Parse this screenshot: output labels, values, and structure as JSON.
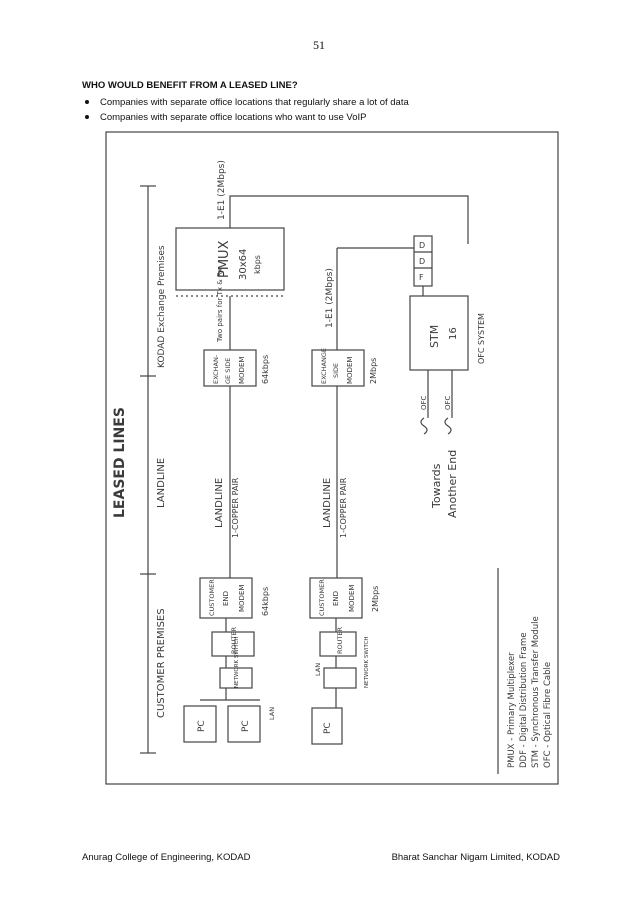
{
  "page": {
    "number": "51",
    "heading": "WHO WOULD BENEFIT FROM A LEASED LINE?",
    "bullets": [
      "Companies with separate office locations that regularly share a lot of data",
      "Companies with separate office locations who want to use VoIP"
    ],
    "footer_left": "Anurag College of Engineering, KODAD",
    "footer_right": "Bharat Sanchar Nigam Limited, KODAD"
  },
  "diagram": {
    "title": "LEASED LINES",
    "zone_exchange": "KODAD Exchange Premises",
    "zone_landline": "LANDLINE",
    "zone_customer": "CUSTOMER PREMISES",
    "pmux": {
      "name": "PMUX",
      "spec": "30x64",
      "unit": "kbps"
    },
    "top_link": "1-E1 (2Mbps)",
    "two_pairs": "Two pairs for Tx & Rx",
    "ex_modem_1": {
      "lines": [
        "EXCHAN-",
        "GE SIDE",
        "MODEM"
      ],
      "rate": "64kbps"
    },
    "ex_modem_2": {
      "lines": [
        "EXCHANGE",
        "SIDE",
        "MODEM"
      ],
      "rate": "2Mbps"
    },
    "e1_link_2": "1-E1 (2Mbps)",
    "landline_1": {
      "label": "LANDLINE",
      "sub": "1-COPPER PAIR"
    },
    "landline_2": {
      "label": "LANDLINE",
      "sub": "1-COPPER PAIR"
    },
    "cust_modem_1": {
      "lines": [
        "CUSTOMER",
        "END",
        "MODEM"
      ],
      "rate": "64kbps"
    },
    "cust_modem_2": {
      "lines": [
        "CUSTOMER",
        "END",
        "MODEM"
      ],
      "rate": "2Mbps"
    },
    "router": "ROUTER",
    "switch": "NETWORK SWITCH",
    "lan": "LAN",
    "pc": "PC",
    "ddf_letters": [
      "D",
      "D",
      "F"
    ],
    "stm": {
      "name": "STM",
      "level": "16"
    },
    "ofc_system": "OFC SYSTEM",
    "ofc": "OFC",
    "towards": {
      "line1": "Towards",
      "line2": "Another End"
    },
    "legend": [
      "PMUX - Primary Multiplexer",
      "DDF - Digital Distribution Frame",
      "STM - Synchronous Transfer Module",
      "OFC - Optical Fibre Cable"
    ]
  }
}
